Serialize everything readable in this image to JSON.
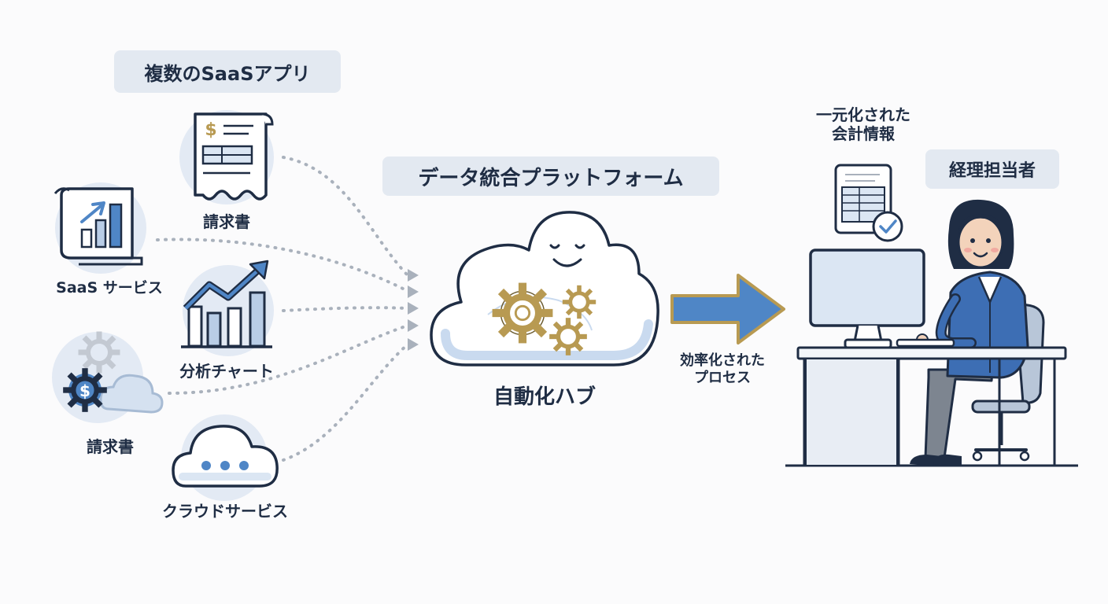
{
  "header_saas_apps": "複数のSaaSアプリ",
  "header_platform": "データ統合プラットフォーム",
  "header_accountant": "経理担当者",
  "sources": {
    "invoice_top": "請求書",
    "saas_service": "SaaS サービス",
    "analysis_chart": "分析チャート",
    "invoice_bottom": "請求書",
    "cloud_service": "クラウドサービス"
  },
  "hub_label": "自動化ハブ",
  "process_label_line1": "効率化された",
  "process_label_line2": "プロセス",
  "info_label_line1": "一元化された",
  "info_label_line2": "会計情報",
  "icon_names": [
    "invoice-icon",
    "bar-chart-icon",
    "trend-chart-icon",
    "gears-cloud-icon",
    "cloud-icon",
    "hub-cloud-icon",
    "arrow-right-icon",
    "ledger-check-icon",
    "accountant-icon"
  ],
  "colors": {
    "navy": "#1f2d44",
    "blue": "#4f86c6",
    "light_blue": "#dbe6f3",
    "gold": "#b89a52",
    "dotted_line": "#a9b1bc",
    "tag_bg": "#e3e9f1"
  }
}
